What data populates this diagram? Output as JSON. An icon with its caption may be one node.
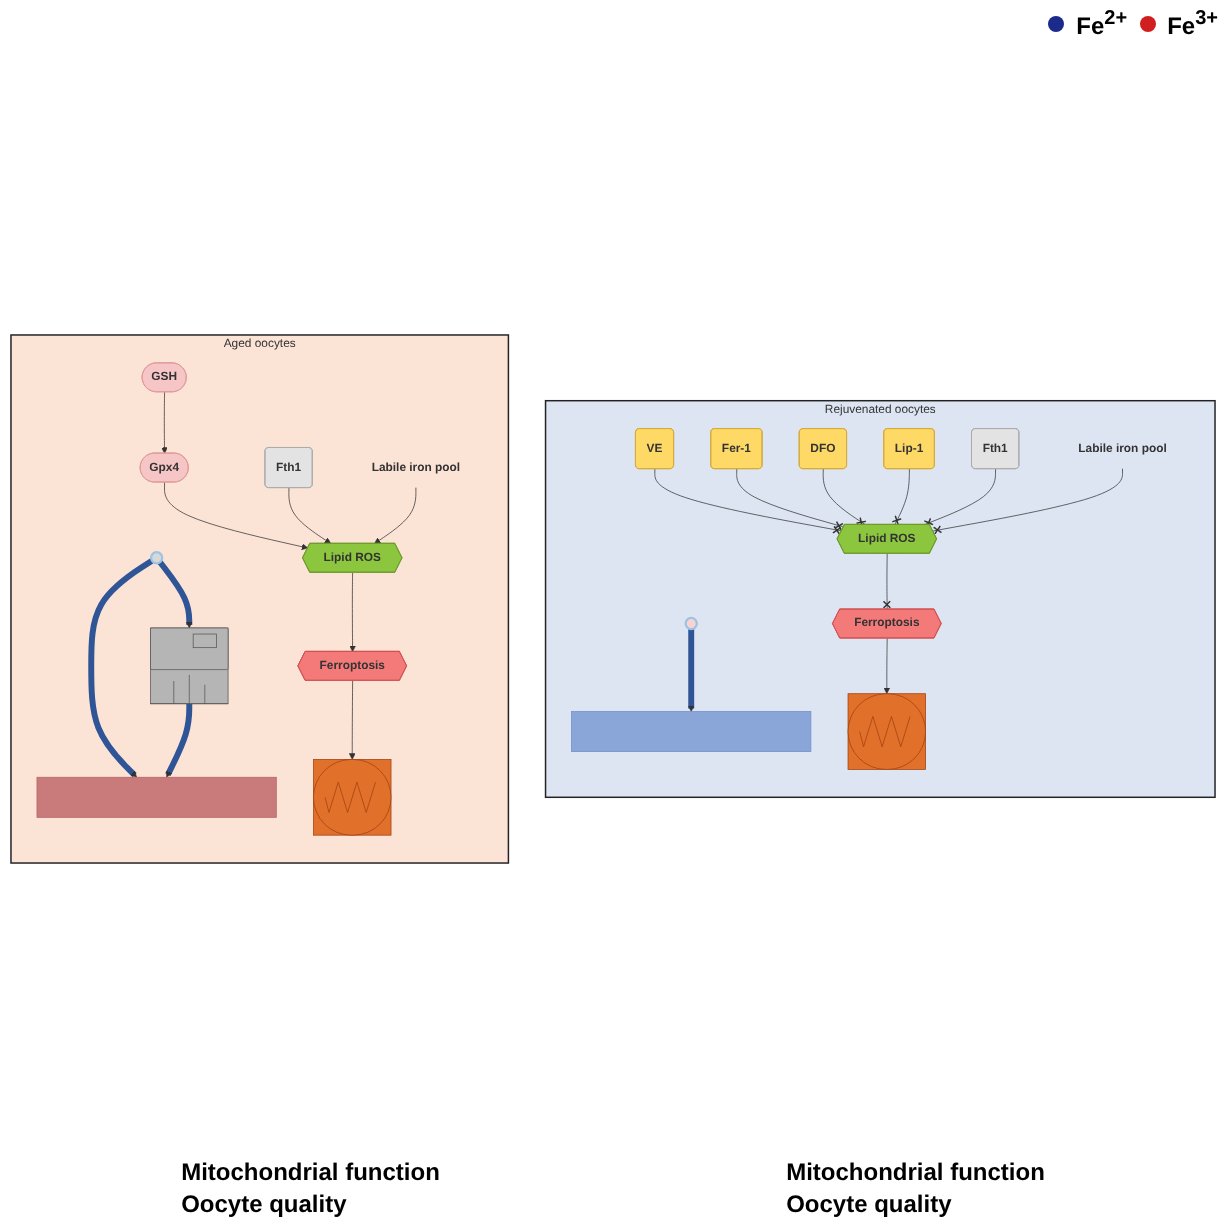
{
  "diagram": {
    "nodes": [
      {
        "text": [
          "Aged oocytes"
        ]
      },
      {
        "text": [],
        "shape": "circle",
        "in": 0
      },
      {
        "text": [],
        "shape": "picture",
        "in": 0
      },
      {
        "text": [],
        "shape": "bar",
        "in": 0
      },
      {
        "text": [
          "GSH"
        ],
        "in": 0
      },
      {
        "text": [
          "Gpx4"
        ],
        "in": 0
      },
      {
        "text": [
          "Fth1"
        ],
        "in": 0
      },
      {
        "text": [
          "Labile iron pool"
        ],
        "in": 0
      },
      {
        "text": [
          "Lipid ROS"
        ],
        "in": 0
      },
      {
        "text": [
          "Ferroptosis"
        ],
        "in": 0
      },
      {
        "text": [],
        "shape": "picture",
        "in": 0
      },
      {
        "text": [
          "Rejuvenated oocytes"
        ]
      },
      {
        "text": [],
        "shape": "circle",
        "in": 11
      },
      {
        "text": [],
        "shape": "bar",
        "in": 11
      },
      {
        "text": [
          "VE"
        ],
        "in": 11
      },
      {
        "text": [
          "Fer-1"
        ],
        "in": 11
      },
      {
        "text": [
          "DFO"
        ],
        "in": 11
      },
      {
        "text": [
          "Lip-1"
        ],
        "in": 11
      },
      {
        "text": [
          "Fth1"
        ],
        "in": 11
      },
      {
        "text": [
          "Labile iron pool"
        ],
        "in": 11
      },
      {
        "text": [
          "Lipid ROS"
        ],
        "in": 11
      },
      {
        "text": [
          "Ferroptosis"
        ],
        "in": 11
      },
      {
        "text": [],
        "shape": "picture",
        "in": 11
      }
    ],
    "edges": [
      {
        "from": 1,
        "to": 2,
        "arrow": "to",
        "color": "#2f5597",
        "style": "thick"
      },
      {
        "from": 1,
        "to": 3,
        "arrow": "to",
        "color": "#2f5597",
        "style": "thick"
      },
      {
        "from": 2,
        "to": 3,
        "arrow": "to",
        "color": "#2f5597",
        "style": "thick"
      },
      {
        "from": 4,
        "to": 5,
        "arrow": "to"
      },
      {
        "from": 5,
        "to": 8,
        "arrow": "to"
      },
      {
        "from": 6,
        "to": 8,
        "arrow": "to"
      },
      {
        "from": 7,
        "to": 8,
        "arrow": "to"
      },
      {
        "from": 8,
        "to": 9,
        "arrow": "to"
      },
      {
        "from": 9,
        "to": 10,
        "arrow": "to"
      },
      {
        "from": 12,
        "to": 13,
        "arrow": "to",
        "color": "#2f5597",
        "style": "thick"
      },
      {
        "from": 14,
        "to": 20,
        "arrow": "other"
      },
      {
        "from": 15,
        "to": 20,
        "arrow": "other"
      },
      {
        "from": 16,
        "to": 20,
        "arrow": "other"
      },
      {
        "from": 17,
        "to": 20,
        "arrow": "other"
      },
      {
        "from": 18,
        "to": 20,
        "arrow": "other"
      },
      {
        "from": 19,
        "to": 20,
        "arrow": "other"
      },
      {
        "from": 20,
        "to": 21,
        "arrow": "other"
      },
      {
        "from": 21,
        "to": 22,
        "arrow": "to"
      }
    ],
    "labels": [
      "Mitochondrial function",
      "Oocyte quality",
      "Mitochondrial function",
      "Oocyte quality"
    ],
    "legend": [
      {
        "text": "Fe$^{2+}$",
        "color": "#1c2a8c"
      },
      {
        "text": "Fe$^{3+}$",
        "color": "#d11f1f"
      }
    ]
  }
}
